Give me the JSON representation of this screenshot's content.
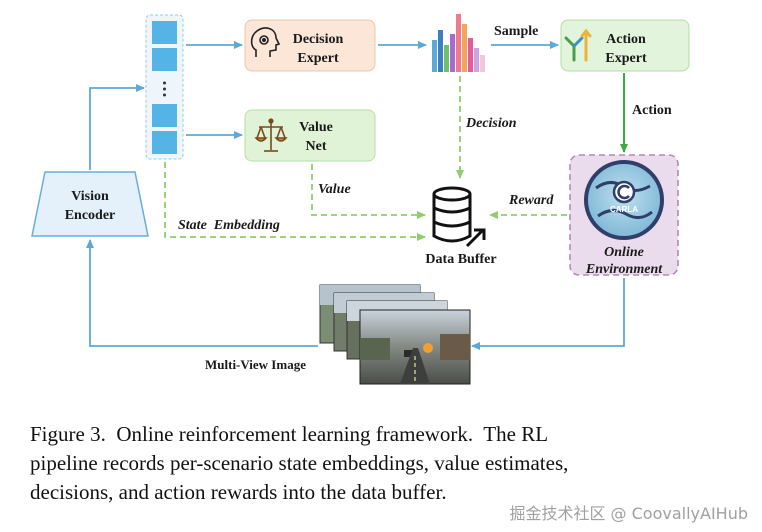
{
  "diagram": {
    "nodes": {
      "vision_encoder": [
        "Vision",
        "Encoder"
      ],
      "decision_expert": [
        "Decision",
        "Expert"
      ],
      "value_net": [
        "Value",
        "Net"
      ],
      "action_expert": [
        "Action",
        "Expert"
      ],
      "data_buffer": "Data Buffer",
      "online_environment": [
        "Online",
        "Environment"
      ],
      "carla_logo": "CARLA",
      "multi_view_image": "Multi-View Image"
    },
    "edges": {
      "sample": "Sample",
      "action": "Action",
      "decision": "Decision",
      "value": "Value",
      "reward": "Reward",
      "state_embedding": "State  Embedding"
    },
    "colors": {
      "blue_arrow": "#5aa9d6",
      "green_dashed": "#8fcf6a",
      "green_solid": "#3ea845",
      "decision_box": "#fbe6d8",
      "value_box": "#e0f3d7",
      "action_box": "#e2f4dc",
      "env_box": "#eadcec",
      "embedding_cell": "#55b4e6"
    }
  },
  "caption": {
    "lines": [
      "Figure 3.  Online reinforcement learning framework.  The RL",
      "pipeline records per-scenario state embeddings, value estimates,",
      "decisions, and action rewards into the data buffer."
    ]
  },
  "watermark": "掘金技术社区 @ CoovallyAIHub"
}
